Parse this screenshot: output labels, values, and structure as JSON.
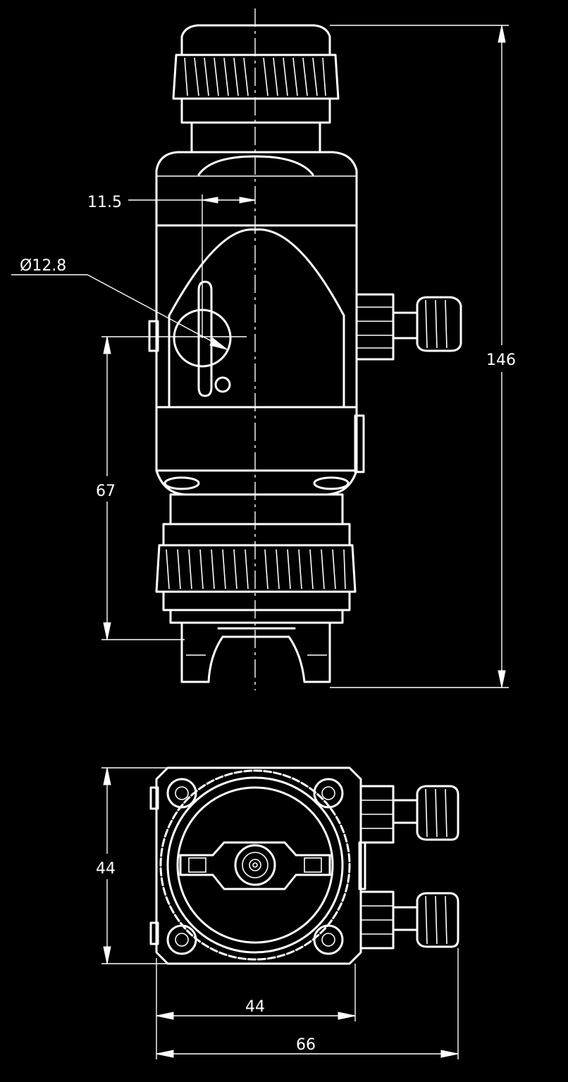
{
  "drawing": {
    "background": "#000000",
    "line_color": "#ffffff",
    "dimensions": {
      "overall_height": "146",
      "offset": "11.5",
      "diameter": "Ø12.8",
      "inlet_height": "67",
      "bottom_view_height": "44",
      "bottom_view_width": "44",
      "overall_width": "66"
    }
  }
}
